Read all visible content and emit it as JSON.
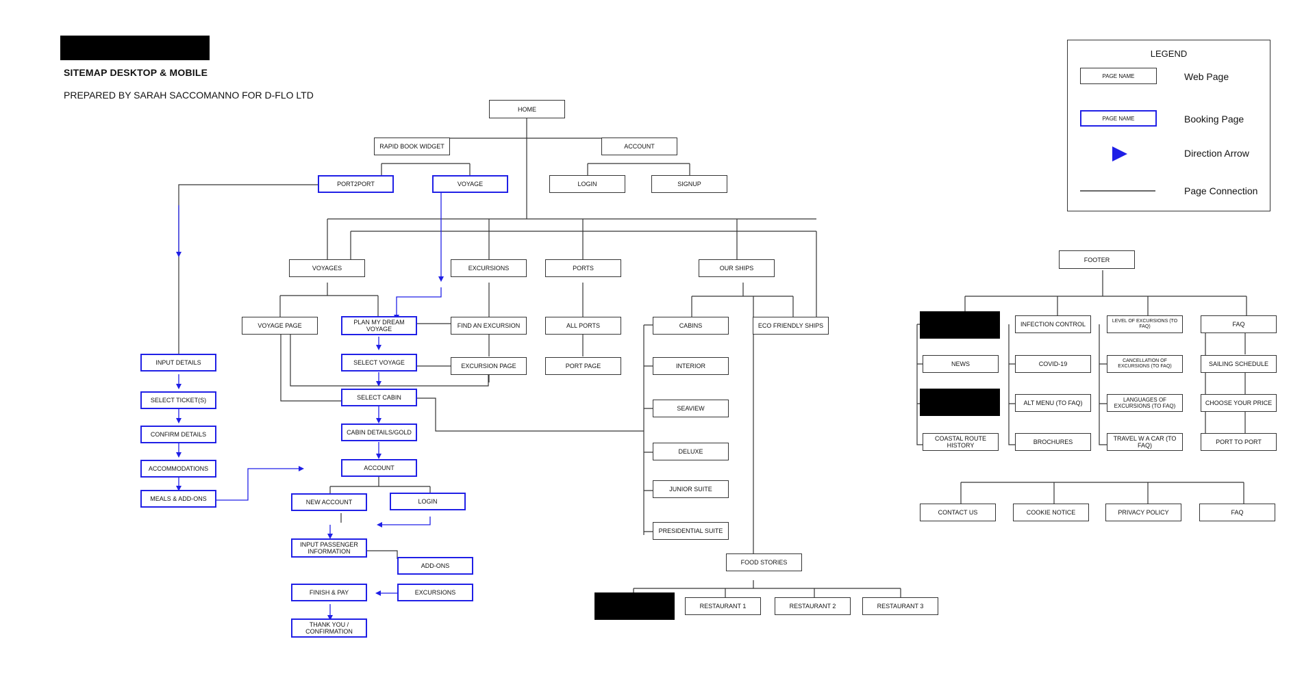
{
  "header": {
    "title": "SITEMAP DESKTOP & MOBILE",
    "subtitle": "PREPARED BY SARAH SACCOMANNO FOR D-FLO LTD"
  },
  "legend": {
    "title": "LEGEND",
    "web_page_sample": "PAGE NAME",
    "web_page_label": "Web Page",
    "booking_page_sample": "PAGE NAME",
    "booking_page_label": "Booking Page",
    "arrow_label": "Direction Arrow",
    "connection_label": "Page Connection"
  },
  "colors": {
    "booking": "#1f1fe6",
    "line": "#333333",
    "redaction": "#000000"
  },
  "pages": {
    "home": "HOME",
    "rapid_book_widget": "RAPID BOOK WIDGET",
    "account_top": "ACCOUNT",
    "port2port": "PORT2PORT",
    "voyage": "VOYAGE",
    "login_top": "LOGIN",
    "signup": "SIGNUP",
    "voyages": "VOYAGES",
    "excursions": "EXCURSIONS",
    "ports": "PORTS",
    "our_ships": "OUR SHIPS",
    "voyage_page": "VOYAGE PAGE",
    "plan_my_dream_voyage": "PLAN MY DREAM VOYAGE",
    "find_an_excursion": "FIND AN EXCURSION",
    "all_ports": "ALL PORTS",
    "cabins": "CABINS",
    "eco_friendly_ships": "ECO FRIENDLY SHIPS",
    "select_voyage": "SELECT VOYAGE",
    "excursion_page": "EXCURSION PAGE",
    "port_page": "PORT PAGE",
    "interior": "INTERIOR",
    "select_cabin": "SELECT CABIN",
    "seaview": "SEAVIEW",
    "cabin_details_gold": "CABIN DETAILS/GOLD",
    "deluxe": "DELUXE",
    "account_booking": "ACCOUNT",
    "junior_suite": "JUNIOR SUITE",
    "new_account": "NEW ACCOUNT",
    "login_booking": "LOGIN",
    "presidential_suite": "PRESIDENTIAL SUITE",
    "input_passenger_information": "INPUT PASSENGER INFORMATION",
    "add_ons": "ADD-ONS",
    "food_stories": "FOOD STORIES",
    "finish_and_pay": "FINISH & PAY",
    "excursions_booking": "EXCURSIONS",
    "thank_you_confirmation": "THANK YOU / CONFIRMATION",
    "restaurant_1": "RESTAURANT 1",
    "restaurant_2": "RESTAURANT 2",
    "restaurant_3": "RESTAURANT 3",
    "input_details": "INPUT DETAILS",
    "select_tickets": "SELECT TICKET(S)",
    "confirm_details": "CONFIRM DETAILS",
    "accommodations": "ACCOMMODATIONS",
    "meals_and_add_ons": "MEALS & ADD-ONS",
    "footer": "FOOTER",
    "infection_control": "INFECTION CONTROL",
    "level_of_excursions": "LEVEL OF EXCURSIONS (TO FAQ)",
    "faq_top": "FAQ",
    "news": "NEWS",
    "covid_19": "COVID-19",
    "cancellation_of_excursions": "CANCELLATION OF EXCURSIONS (TO FAQ)",
    "sailing_schedule": "SAILING SCHEDULE",
    "alt_menu": "ALT MENU (TO FAQ)",
    "languages_of_excursions": "LANGUAGES OF EXCURSIONS (TO FAQ)",
    "choose_your_price": "CHOOSE YOUR PRICE",
    "coastal_route_history": "COASTAL ROUTE HISTORY",
    "brochures": "BROCHURES",
    "travel_w_a_car": "TRAVEL W A CAR (TO FAQ)",
    "port_to_port": "PORT TO PORT",
    "contact_us": "CONTACT US",
    "cookie_notice": "COOKIE NOTICE",
    "privacy_policy": "PRIVACY POLICY",
    "faq_bottom": "FAQ"
  }
}
